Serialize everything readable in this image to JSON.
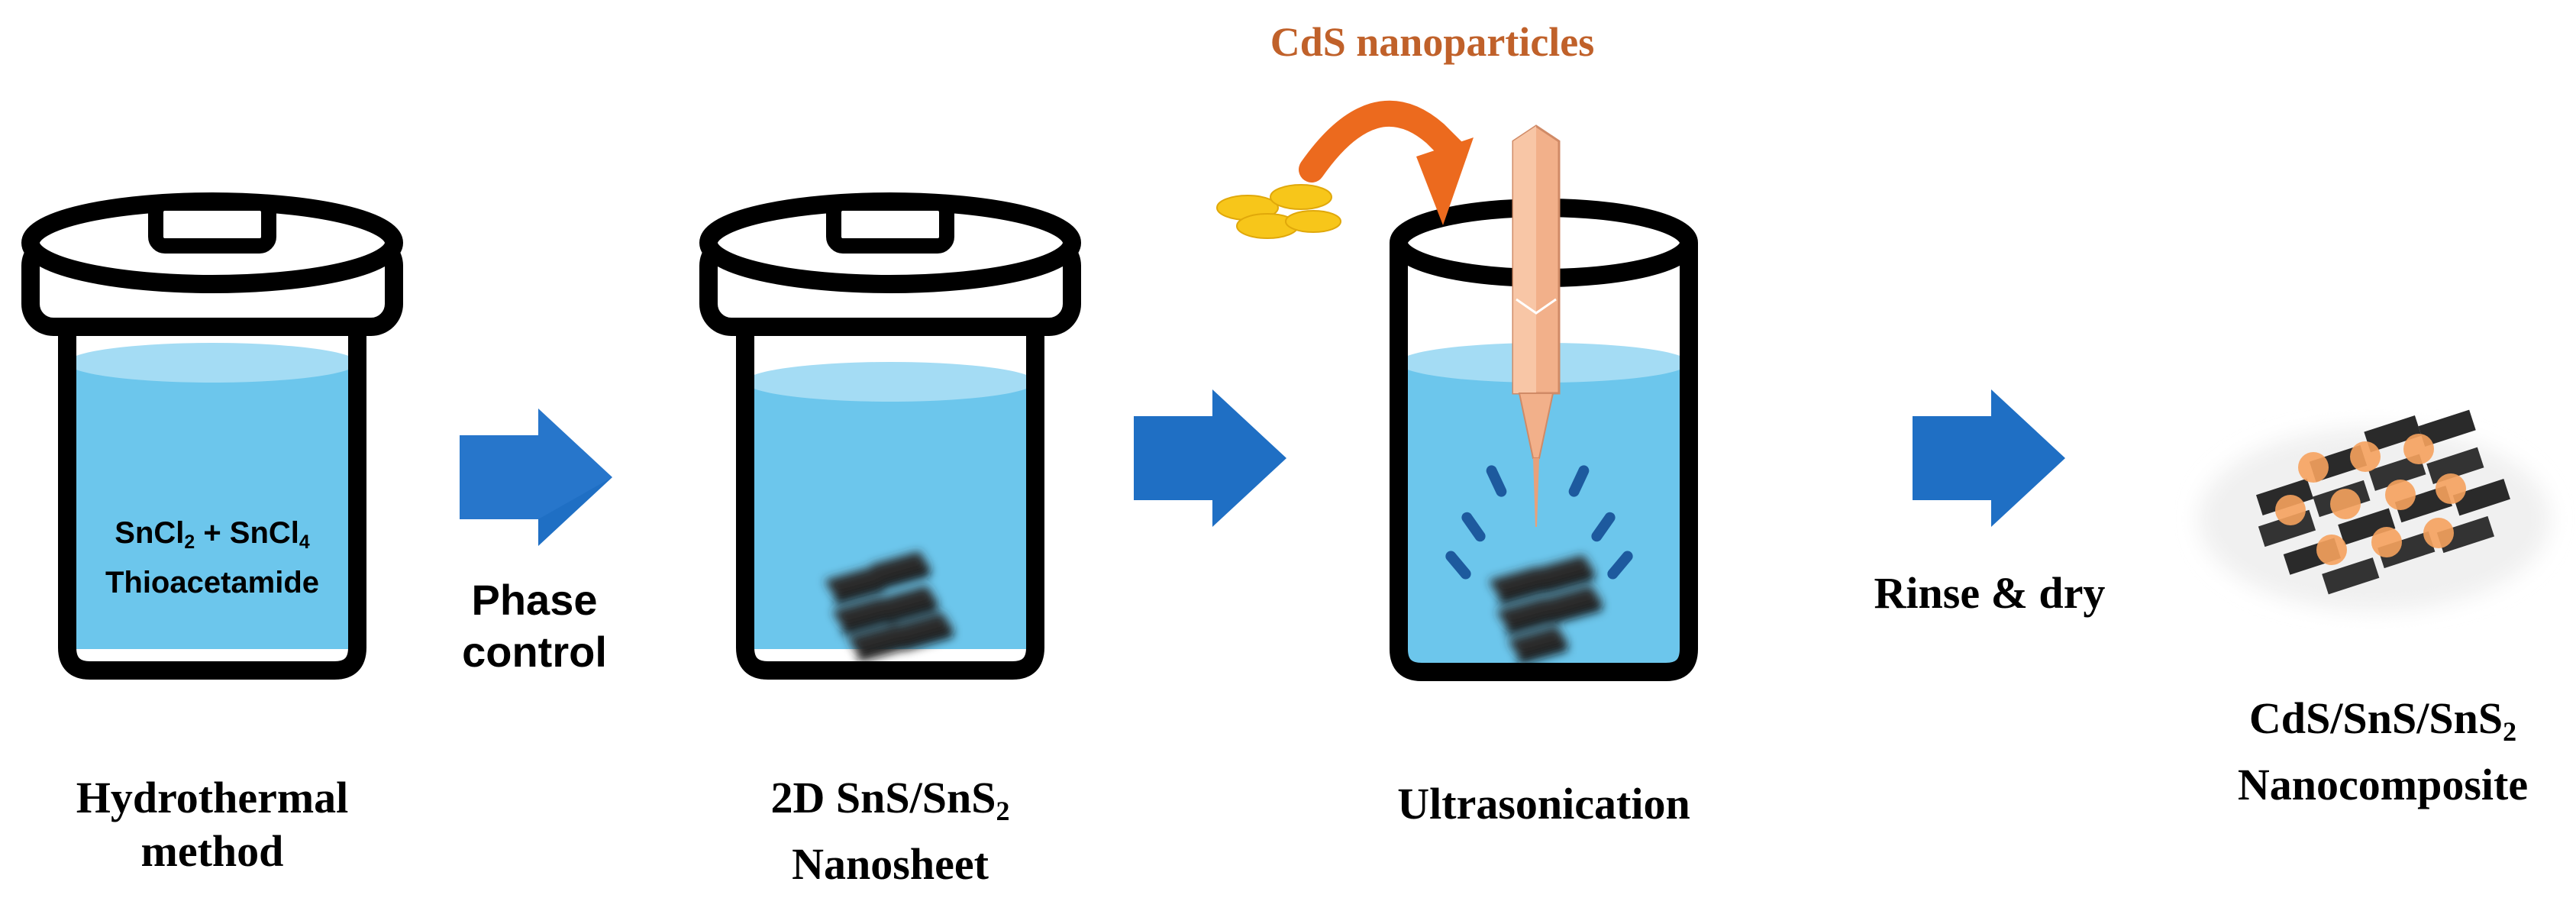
{
  "colors": {
    "outline": "#000000",
    "jar_fill": "#ffffff",
    "liquid": "#6cc6ec",
    "liquid_surface": "#a4dcf4",
    "arrow": "#1f6fc4",
    "curved_arrow": "#ec6a1e",
    "cds_text": "#c0612a",
    "particles": "#f7c61a",
    "sonicator_tip": "#f2b08a",
    "sheets": "#222222",
    "dots": "#f6a25e"
  },
  "icons": [
    "jar-icon",
    "nanosheet-icon",
    "flow-arrow-icon",
    "curved-arrow-icon",
    "sonicator-probe-icon",
    "cds-particles-icon",
    "nanocomposite-icon"
  ],
  "labels": {
    "reagent_line1_a": "SnCl",
    "reagent_line1_a_sub": "2",
    "reagent_line1_plus": " + ",
    "reagent_line1_b": "SnCl",
    "reagent_line1_b_sub": "4",
    "reagent_line2": "Thioacetamide",
    "phase_line1": "Phase",
    "phase_line2": "control",
    "step1_line1": "Hydrothermal",
    "step1_line2": "method",
    "step2_line1_a": "2D SnS/SnS",
    "step2_line1_sub": "2",
    "step2_line2": "Nanosheet",
    "cds": "CdS nanoparticles",
    "step3": "Ultrasonication",
    "rinse": "Rinse & dry",
    "step4_line1_a": "CdS/SnS/SnS",
    "step4_line1_sub": "2",
    "step4_line2": "Nanocomposite"
  }
}
